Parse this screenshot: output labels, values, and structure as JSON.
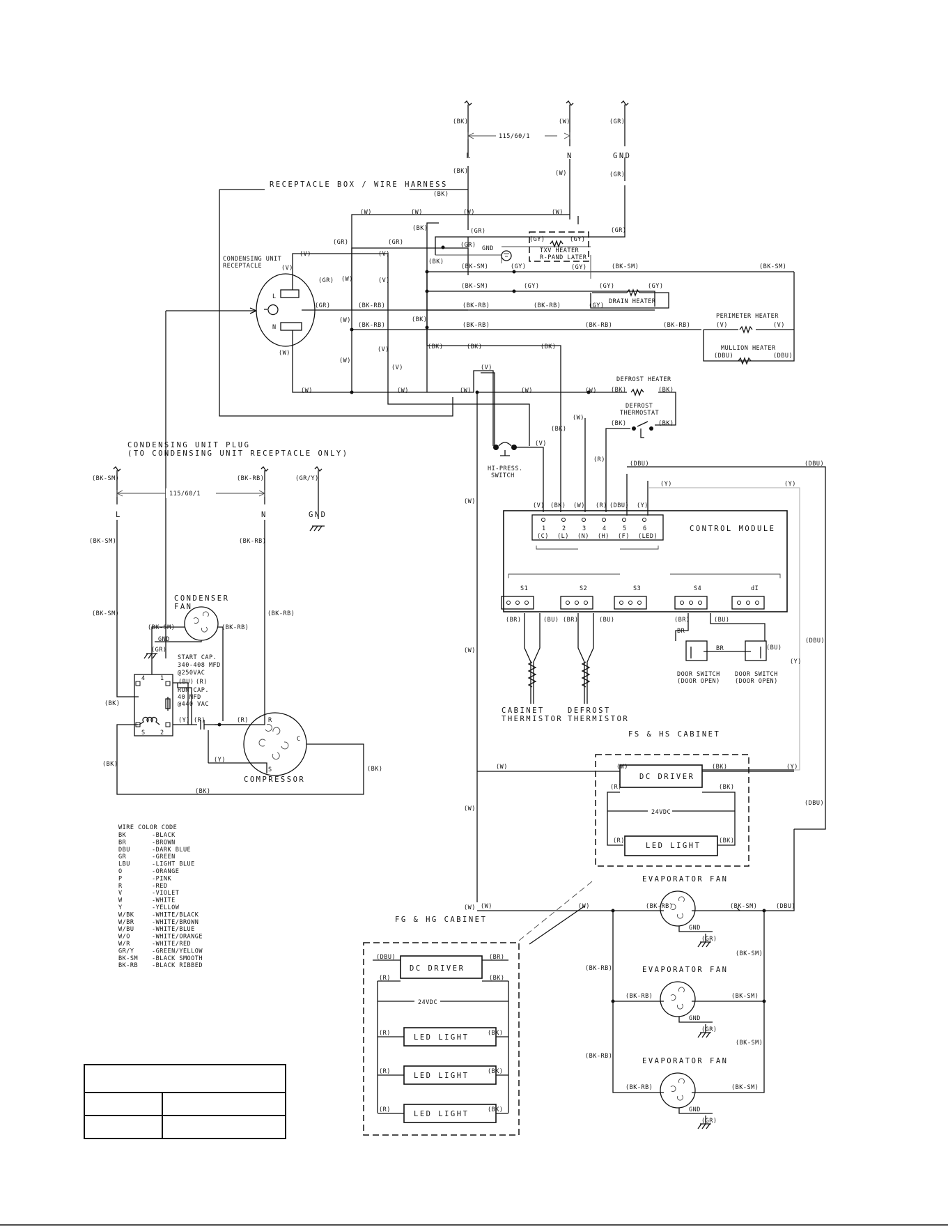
{
  "supply": {
    "voltage": "115/60/1",
    "l": "L",
    "n": "N",
    "gnd": "GND",
    "wire_bk": "(BK)",
    "wire_w": "(W)",
    "wire_gr": "(GR)"
  },
  "harness": {
    "title": "RECEPTACLE BOX / WIRE HARNESS",
    "receptacle_line1": "CONDENSING UNIT",
    "receptacle_line2": "RECEPTACLE",
    "l": "L",
    "n": "N"
  },
  "gnd_node": {
    "label": "GND"
  },
  "heaters": {
    "txv_line1": "TXV HEATER",
    "txv_line2": "R-PAND LATER",
    "drain": "DRAIN HEATER",
    "perimeter": "PERIMETER HEATER",
    "mullion": "MULLION HEATER",
    "defrost": "DEFROST HEATER",
    "defrost_thermostat_line1": "DEFROST",
    "defrost_thermostat_line2": "THERMOSTAT"
  },
  "wire_labels": {
    "v": "(V)",
    "w": "(W)",
    "gr": "(GR)",
    "bk": "(BK)",
    "gy": "(GY)",
    "bk_sm": "(BK-SM)",
    "bk_rb": "(BK-RB)",
    "br": "(BR)",
    "r": "(R)",
    "y": "(Y)",
    "dbu": "(DBU)",
    "bu": "(BU)",
    "gr_y": "(GR/Y)",
    "br_plain": "BR"
  },
  "plug": {
    "line1": "CONDENSING UNIT PLUG",
    "line2": "(TO CONDENSING UNIT RECEPTACLE ONLY)",
    "voltage": "115/60/1",
    "l": "L",
    "n": "N",
    "gnd": "GND"
  },
  "hi_press": {
    "line1": "HI-PRESS.",
    "line2": "SWITCH"
  },
  "control_module": {
    "title": "CONTROL MODULE",
    "terminals": [
      {
        "num": "1",
        "code": "(C)"
      },
      {
        "num": "2",
        "code": "(L)"
      },
      {
        "num": "3",
        "code": "(N)"
      },
      {
        "num": "4",
        "code": "(H)"
      },
      {
        "num": "5",
        "code": "(F)"
      },
      {
        "num": "6",
        "code": "(LED)"
      }
    ],
    "sensors": [
      "S1",
      "S2",
      "S3",
      "S4",
      "dI"
    ]
  },
  "thermistors": {
    "cabinet_line1": "CABINET",
    "cabinet_line2": "THERMISTOR",
    "defrost_line1": "DEFROST",
    "defrost_line2": "THERMISTOR"
  },
  "door_switch": {
    "line1": "DOOR SWITCH",
    "line2": "(DOOR OPEN)"
  },
  "fs_hs_cabinet": "FS & HS CABINET",
  "fg_hg_cabinet": "FG & HG CABINET",
  "dc_driver": "DC DRIVER",
  "vdc": "24VDC",
  "led_light": "LED LIGHT",
  "evaporator_fan": "EVAPORATOR FAN",
  "condensing": {
    "condenser_line1": "CONDENSER",
    "condenser_line2": "FAN",
    "gnd": "GND",
    "start_cap": [
      "START CAP.",
      "340-408 MFD",
      "@250VAC"
    ],
    "run_cap": [
      "RUN CAP.",
      "40 MFD",
      "@440 VAC"
    ],
    "compressor": "COMPRESSOR",
    "relay_terminals": [
      "4",
      "1",
      "S",
      "2"
    ],
    "motor_terminals": [
      "R",
      "C",
      "S"
    ]
  },
  "legend": {
    "title": "WIRE COLOR CODE",
    "rows": [
      [
        "BK",
        "-BLACK"
      ],
      [
        "BR",
        "-BROWN"
      ],
      [
        "DBU",
        "-DARK BLUE"
      ],
      [
        "GR",
        "-GREEN"
      ],
      [
        "LBU",
        "-LIGHT BLUE"
      ],
      [
        "O",
        "-ORANGE"
      ],
      [
        "P",
        "-PINK"
      ],
      [
        "R",
        "-RED"
      ],
      [
        "V",
        "-VIOLET"
      ],
      [
        "W",
        "-WHITE"
      ],
      [
        "Y",
        "-YELLOW"
      ],
      [
        "W/BK",
        "-WHITE/BLACK"
      ],
      [
        "W/BR",
        "-WHITE/BROWN"
      ],
      [
        "W/BU",
        "-WHITE/BLUE"
      ],
      [
        "W/O",
        "-WHITE/ORANGE"
      ],
      [
        "W/R",
        "-WHITE/RED"
      ],
      [
        "GR/Y",
        "-GREEN/YELLOW"
      ],
      [
        "BK-SM",
        "-BLACK SMOOTH"
      ],
      [
        "BK-RB",
        "-BLACK RIBBED"
      ]
    ]
  }
}
